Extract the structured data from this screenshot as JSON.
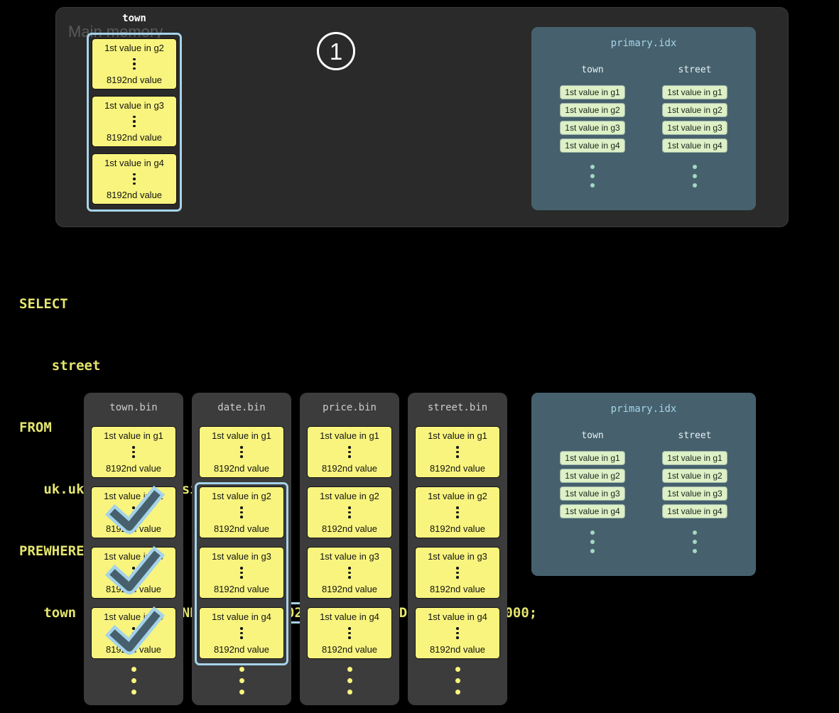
{
  "colors": {
    "background": "#000000",
    "memory_panel": "#2a2a2a",
    "bin_panel": "#3c3c3c",
    "granule_yellow": "#f8f47e",
    "highlight_blue": "#a5d3ea",
    "index_panel_blue": "#46616d",
    "index_entry_green": "#ddf0c6",
    "sql_yellow": "#e5e56f",
    "checkmark_dark": "#46616d",
    "step_badge_white": "#ffffff"
  },
  "step_badge": "1",
  "main_memory": {
    "label": "Main memory",
    "column_header": "town",
    "granules": [
      {
        "first": "1st value in g2",
        "last": "8192nd value"
      },
      {
        "first": "1st value in g3",
        "last": "8192nd value"
      },
      {
        "first": "1st value in g4",
        "last": "8192nd value"
      }
    ]
  },
  "sql": {
    "line1": "SELECT",
    "line2": "    street",
    "line3": "FROM",
    "line4": "   uk.uk_price_paid_simple",
    "line5": "PREWHERE",
    "line6_prefix": "   town = 'LONDON' AND ",
    "line6_boxed": "date > '2024-12-31'",
    "line6_suffix": " AND price < 10_000;"
  },
  "primary_index": {
    "title": "primary.idx",
    "town_header": "town",
    "street_header": "street",
    "town_entries": [
      "1st value in g1",
      "1st value in g2",
      "1st value in g3",
      "1st value in g4"
    ],
    "street_entries": [
      "1st value in g1",
      "1st value in g2",
      "1st value in g3",
      "1st value in g4"
    ]
  },
  "granule_labels": [
    {
      "first": "1st value in g1",
      "last": "8192nd value"
    },
    {
      "first": "1st value in g2",
      "last": "8192nd value"
    },
    {
      "first": "1st value in g3",
      "last": "8192nd value"
    },
    {
      "first": "1st value in g4",
      "last": "8192nd value"
    }
  ],
  "bin_files": [
    {
      "name": "town.bin",
      "checked_granules": [
        "g2",
        "g3",
        "g4"
      ]
    },
    {
      "name": "date.bin",
      "highlighted_granules": [
        "g2",
        "g3",
        "g4"
      ]
    },
    {
      "name": "price.bin"
    },
    {
      "name": "street.bin"
    }
  ]
}
